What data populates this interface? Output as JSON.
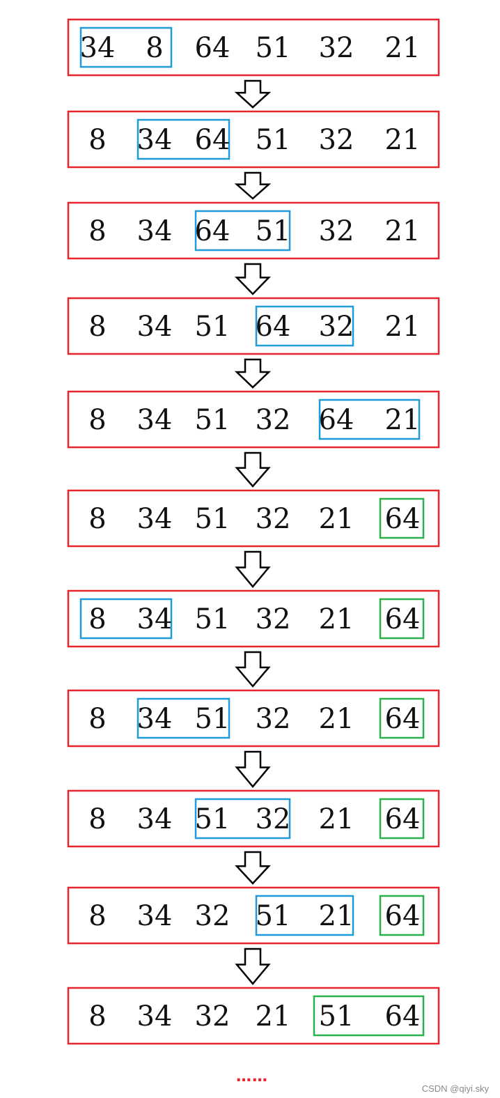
{
  "steps": [
    {
      "values": [
        "34",
        "8",
        "64",
        "51",
        "32",
        "21"
      ],
      "compare": [
        0,
        1
      ],
      "sorted_from": null
    },
    {
      "values": [
        "8",
        "34",
        "64",
        "51",
        "32",
        "21"
      ],
      "compare": [
        1,
        2
      ],
      "sorted_from": null
    },
    {
      "values": [
        "8",
        "34",
        "64",
        "51",
        "32",
        "21"
      ],
      "compare": [
        2,
        3
      ],
      "sorted_from": null
    },
    {
      "values": [
        "8",
        "34",
        "51",
        "64",
        "32",
        "21"
      ],
      "compare": [
        3,
        4
      ],
      "sorted_from": null
    },
    {
      "values": [
        "8",
        "34",
        "51",
        "32",
        "64",
        "21"
      ],
      "compare": [
        4,
        5
      ],
      "sorted_from": null
    },
    {
      "values": [
        "8",
        "34",
        "51",
        "32",
        "21",
        "64"
      ],
      "compare": null,
      "sorted_from": 5
    },
    {
      "values": [
        "8",
        "34",
        "51",
        "32",
        "21",
        "64"
      ],
      "compare": [
        0,
        1
      ],
      "sorted_from": 5
    },
    {
      "values": [
        "8",
        "34",
        "51",
        "32",
        "21",
        "64"
      ],
      "compare": [
        1,
        2
      ],
      "sorted_from": 5
    },
    {
      "values": [
        "8",
        "34",
        "51",
        "32",
        "21",
        "64"
      ],
      "compare": [
        2,
        3
      ],
      "sorted_from": 5
    },
    {
      "values": [
        "8",
        "34",
        "32",
        "51",
        "21",
        "64"
      ],
      "compare": [
        3,
        4
      ],
      "sorted_from": 5
    },
    {
      "values": [
        "8",
        "34",
        "32",
        "21",
        "51",
        "64"
      ],
      "compare": null,
      "sorted_from": 4
    }
  ],
  "colors": {
    "row_border": "#e8252d",
    "compare_border": "#1f9bd7",
    "sorted_border": "#2bb24c",
    "arrow_stroke": "#000000",
    "text": "#111111",
    "ellipsis": "#e8252d"
  },
  "ellipsis": "……",
  "watermark": "CSDN @qiyi.sky"
}
